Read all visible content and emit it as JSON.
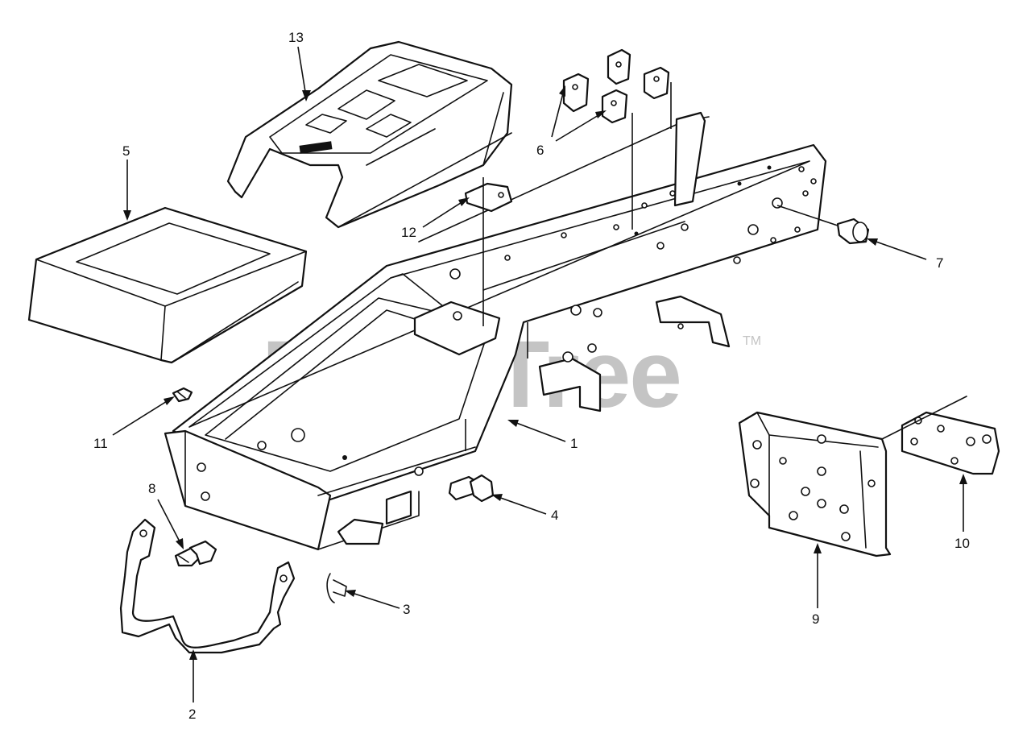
{
  "watermark": {
    "brand": "PartsTree",
    "trademark": "TM"
  },
  "callouts": [
    {
      "id": "1",
      "label": "1"
    },
    {
      "id": "2",
      "label": "2"
    },
    {
      "id": "3",
      "label": "3"
    },
    {
      "id": "4",
      "label": "4"
    },
    {
      "id": "5",
      "label": "5"
    },
    {
      "id": "6",
      "label": "6"
    },
    {
      "id": "7",
      "label": "7"
    },
    {
      "id": "8",
      "label": "8"
    },
    {
      "id": "9",
      "label": "9"
    },
    {
      "id": "10",
      "label": "10"
    },
    {
      "id": "11",
      "label": "11"
    },
    {
      "id": "12",
      "label": "12"
    },
    {
      "id": "13",
      "label": "13"
    }
  ]
}
